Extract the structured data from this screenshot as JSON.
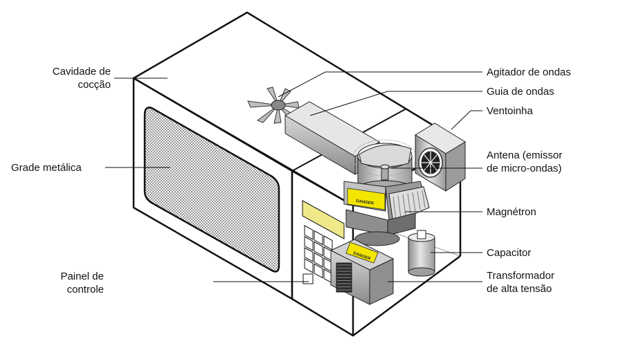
{
  "labels": {
    "cavity": [
      "Cavidade de",
      "cocção"
    ],
    "grid": "Grade metálica",
    "panel": [
      "Painel de",
      "controle"
    ],
    "stirrer": "Agitador de ondas",
    "waveguide": "Guia de ondas",
    "fan": "Ventoinha",
    "antenna": [
      "Antena (emissor",
      "de micro-ondas)"
    ],
    "magnetron": "Magnétron",
    "capacitor": "Capacitor",
    "transformer": [
      "Transformador",
      "de alta tensão"
    ]
  },
  "warning_labels": {
    "magnetron_sticker": "DANGER",
    "transformer_sticker": "DANGER"
  },
  "colors": {
    "outline": "#111111",
    "sticker_yellow": "#f2e600",
    "panel_display": "#efe98a",
    "metal_gray": "#c9c9c9",
    "dark_metal": "#6b6b6b"
  }
}
